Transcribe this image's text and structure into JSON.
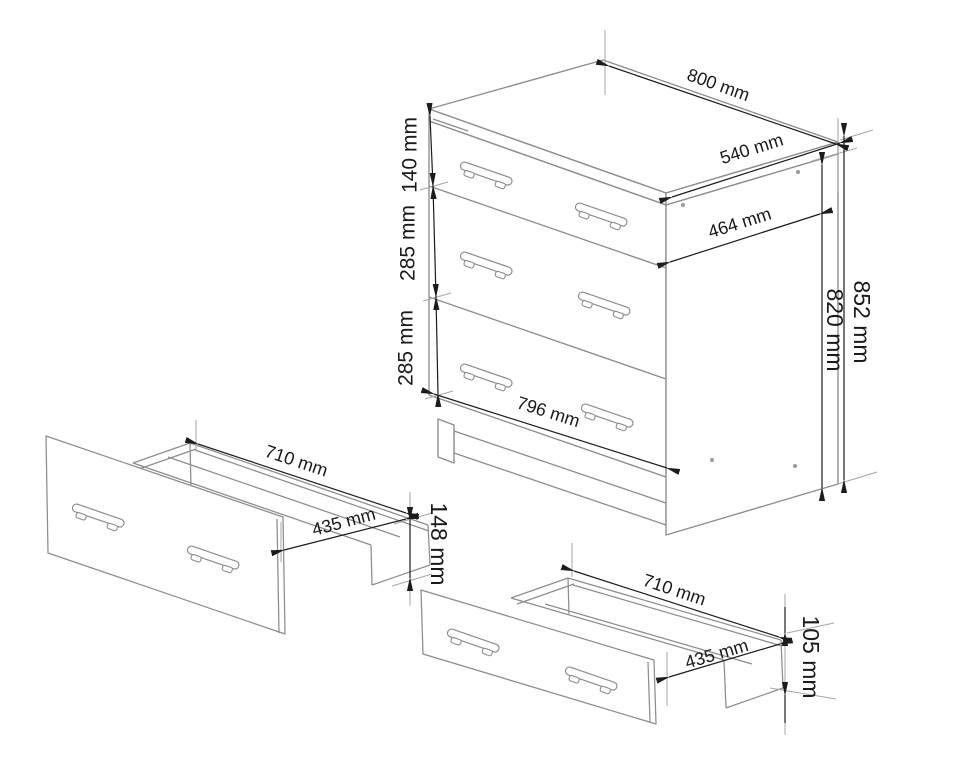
{
  "diagram": {
    "kind": "furniture-dimension-drawing",
    "units": "mm"
  },
  "colors": {
    "background": "#ffffff",
    "furniture_line": "#8d8d8d",
    "extension_line": "#a6a6a6",
    "dimension_line": "#1c1c1c",
    "text": "#1a1a1a"
  },
  "cabinet_dims": {
    "top_width": "800 mm",
    "top_depth": "540 mm",
    "drawer1_height": "140 mm",
    "drawer2_height": "285 mm",
    "drawer3_height": "285 mm",
    "inner_depth": "464 mm",
    "inner_width": "796 mm",
    "total_height": "852 mm",
    "body_height": "820 mm"
  },
  "side_drawer_dims": {
    "width": "710 mm",
    "depth": "435 mm",
    "height": "148 mm"
  },
  "bottom_drawer_dims": {
    "width": "710 mm",
    "depth": "435 mm",
    "height": "105 mm"
  }
}
